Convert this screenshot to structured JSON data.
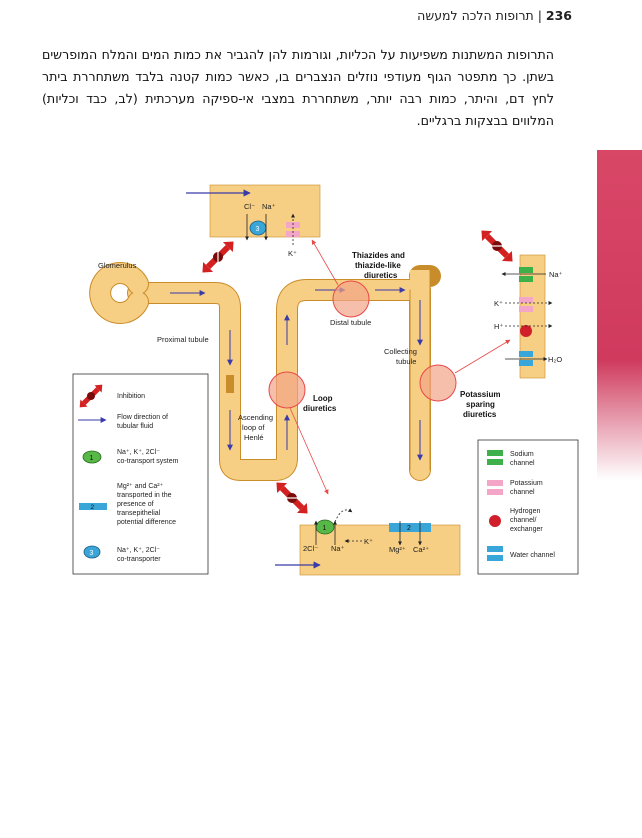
{
  "header": {
    "page_number": "236",
    "separator": "|",
    "title": "תרופות הלכה למעשה"
  },
  "paragraph": "התרופות המשתנות משפיעות על הכליות, וגורמות להן להגביר את כמות המים והמלח המופרשים בשתן. כך מתפטר הגוף מעודפי נוזלים הנצברים בו, כאשר כמות קטנה בלבד משתחררת ביתר לחץ דם, והיתר, כמות רבה יותר, משתחררת במצבי אי-ספיקה מערכתית (לב, כבד וכליות) המלווים בבצקות ברגליים.",
  "diagram": {
    "colors": {
      "tubule": "#f7cf84",
      "tubule_edge": "#c98c2a",
      "arrow": "#3a3aa8",
      "highlight": "#e84848",
      "accent": "#d94767"
    },
    "nephron": {
      "glomerulus": "Glomerulus",
      "proximal": "Proximal tubule",
      "distal": "Distal tubule",
      "collecting": "Collecting tubule",
      "ascending": "Ascending loop of Henlé",
      "ascending_lines": [
        "Ascending",
        "loop of",
        "Henlé"
      ],
      "collecting_lines": [
        "Collecting",
        "tubule"
      ]
    },
    "drug_labels": {
      "thiazide_lines": [
        "Thiazides and",
        "thiazide-like",
        "diuretics"
      ],
      "loop_lines": [
        "Loop",
        "diuretics"
      ],
      "potassium_lines": [
        "Potassium",
        "sparing",
        "diuretics"
      ]
    },
    "ions": {
      "cl": "Cl⁻",
      "na": "Na⁺",
      "k": "K⁺",
      "h": "H⁺",
      "h2o": "H₂O",
      "two_cl": "2Cl⁻",
      "mg": "Mg²⁺",
      "ca": "Ca²⁺"
    },
    "legend_left": [
      {
        "icon": "inhibition-icon",
        "text": [
          "Inhibition"
        ]
      },
      {
        "icon": "flow-arrow-icon",
        "text": [
          "Flow direction of",
          "tubular fluid"
        ]
      },
      {
        "icon": "cotransport-1-icon",
        "num": "1",
        "text": [
          "Na⁺, K⁺, 2Cl⁻",
          "co-transport system"
        ]
      },
      {
        "icon": "mg-ca-2-icon",
        "num": "2",
        "text": [
          "Mg²⁺ and Ca²⁺",
          "transported in the",
          "presence of",
          "transepithelial",
          "potential difference"
        ]
      },
      {
        "icon": "cotransporter-3-icon",
        "num": "3",
        "text": [
          "Na⁺, K⁺, 2Cl⁻",
          "co-transporter"
        ]
      }
    ],
    "legend_right": [
      {
        "icon": "sodium-channel-icon",
        "text": [
          "Sodium",
          "channel"
        ]
      },
      {
        "icon": "potassium-channel-icon",
        "text": [
          "Potassium",
          "channel"
        ]
      },
      {
        "icon": "hydrogen-exchanger-icon",
        "text": [
          "Hydrogen",
          "channel/",
          "exchanger"
        ]
      },
      {
        "icon": "water-channel-icon",
        "text": [
          "Water channel"
        ]
      }
    ]
  }
}
